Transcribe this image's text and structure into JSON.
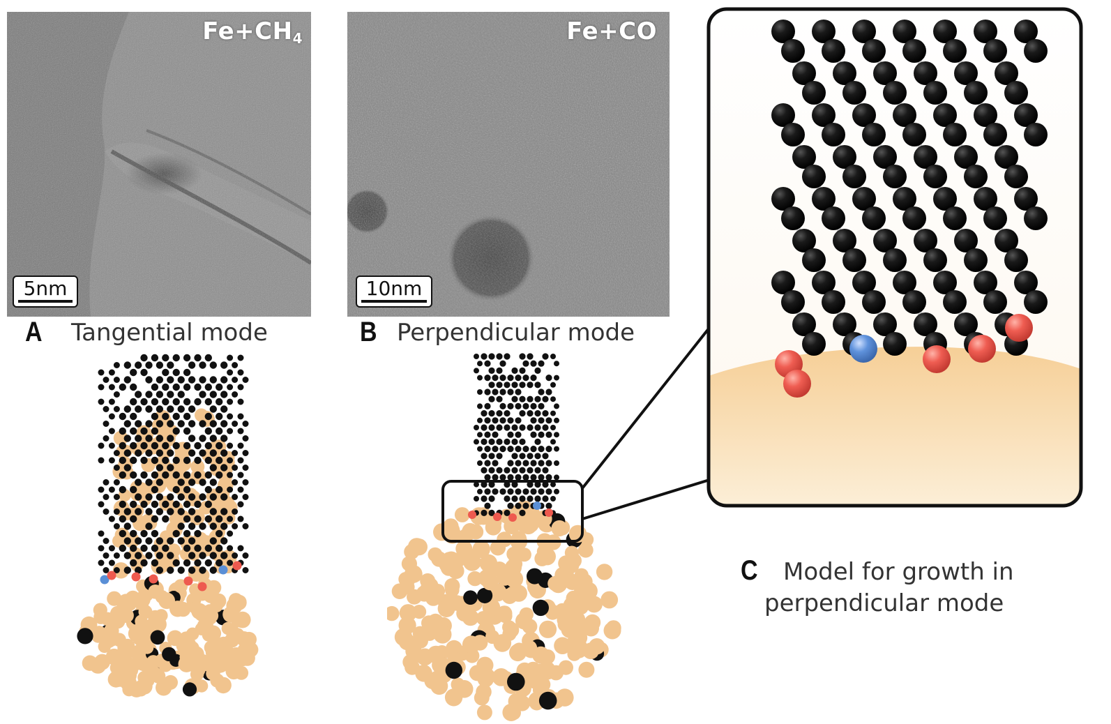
{
  "panel_a": {
    "letter": "A",
    "caption": "Tangential mode",
    "tem_label_main": "Fe+CH",
    "tem_label_sub": "4",
    "scale_bar": "5nm"
  },
  "panel_b": {
    "letter": "B",
    "caption": "Perpendicular mode",
    "tem_label": "Fe+CO",
    "scale_bar": "10nm"
  },
  "panel_c": {
    "letter": "C",
    "caption_line1": "Model for growth in",
    "caption_line2": "perpendicular mode"
  },
  "colors": {
    "carbon": "#111111",
    "iron": "#f1c48e",
    "oxygen_edge": "#ee5a4f",
    "nitrogen_edge": "#5a8fd6",
    "tem_gray": "#8a8a8a"
  }
}
